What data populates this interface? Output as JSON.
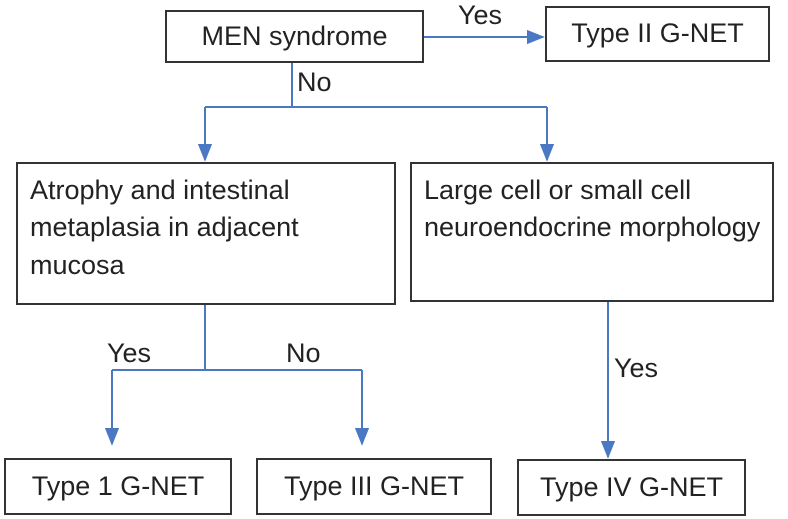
{
  "nodes": {
    "men": "MEN syndrome",
    "type2": "Type II G-NET",
    "atrophy": "Atrophy and intestinal metaplasia in adjacent mucosa",
    "large_cell": "Large cell or small cell neuroendocrine morphology",
    "type1": "Type 1 G-NET",
    "type3": "Type III G-NET",
    "type4": "Type IV G-NET"
  },
  "edges": {
    "men_yes": "Yes",
    "men_no": "No",
    "atrophy_yes": "Yes",
    "atrophy_no": "No",
    "large_yes": "Yes"
  },
  "colors": {
    "connector": "#4a78c2",
    "border": "#333333"
  }
}
